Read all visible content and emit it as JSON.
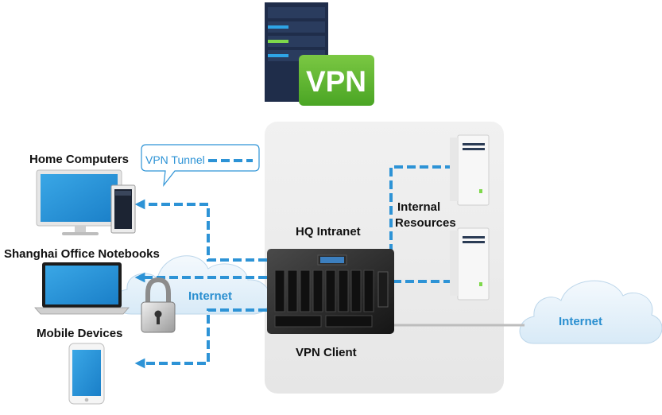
{
  "vpn_badge": "VPN",
  "legend": {
    "label": "VPN Tunnel"
  },
  "labels": {
    "home_computers": "Home Computers",
    "shanghai_notebooks": "Shanghai Office Notebooks",
    "mobile_devices": "Mobile Devices",
    "hq_intranet": "HQ Intranet",
    "vpn_client": "VPN Client",
    "internal_resources_line1": "Internal",
    "internal_resources_line2": "Resources",
    "internet_left": "Internet",
    "internet_right": "Internet"
  },
  "colors": {
    "tunnel_blue": "#2d93d6",
    "vpn_green": "#5cb531",
    "server_navy": "#1f2d4a",
    "hq_panel": "#eeeeee",
    "cloud": "#e8f3fb"
  },
  "icons": [
    "server-icon",
    "monitor-icon",
    "tower-icon",
    "laptop-icon",
    "phone-icon",
    "padlock-icon",
    "nas-icon",
    "cloud-icon"
  ]
}
